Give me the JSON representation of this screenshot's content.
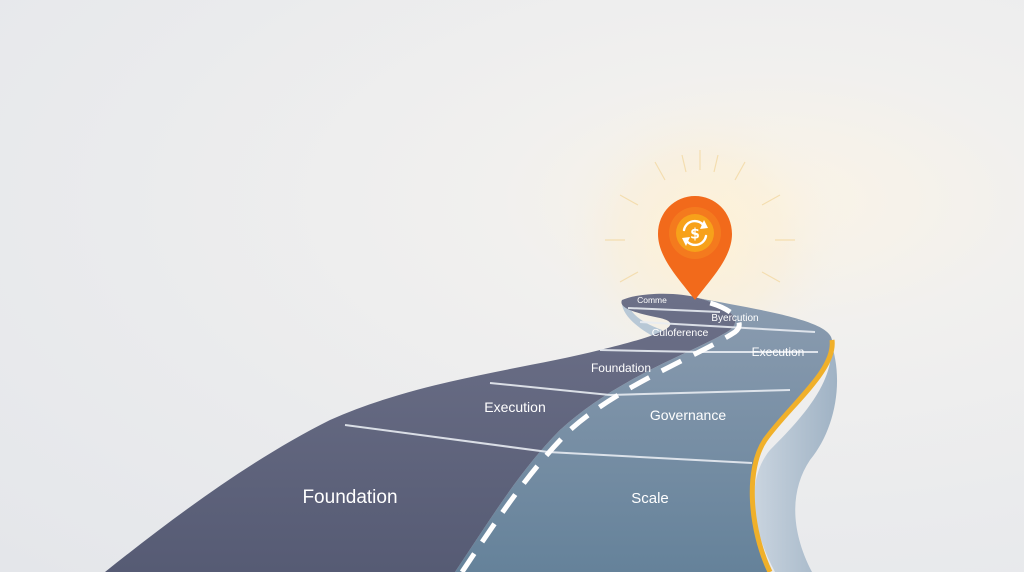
{
  "pin": {
    "icon": "refresh-dollar-icon",
    "color_outer": "#f26a1b",
    "color_inner": "#f7a11a"
  },
  "road": {
    "left_lane_color": "#5b6178",
    "right_lane_color": "#6e8aa0",
    "edge_color": "#f0b02a",
    "side_wall_color": "#aebfcf",
    "segments": {
      "foundation_large": "Foundation",
      "scale": "Scale",
      "execution_mid": "Execution",
      "governance": "Governance",
      "foundation_small": "Foundation",
      "execution_far": "Execution",
      "coherence": "Culoference",
      "byexecution": "Byercution",
      "commerce": "Comme"
    }
  }
}
